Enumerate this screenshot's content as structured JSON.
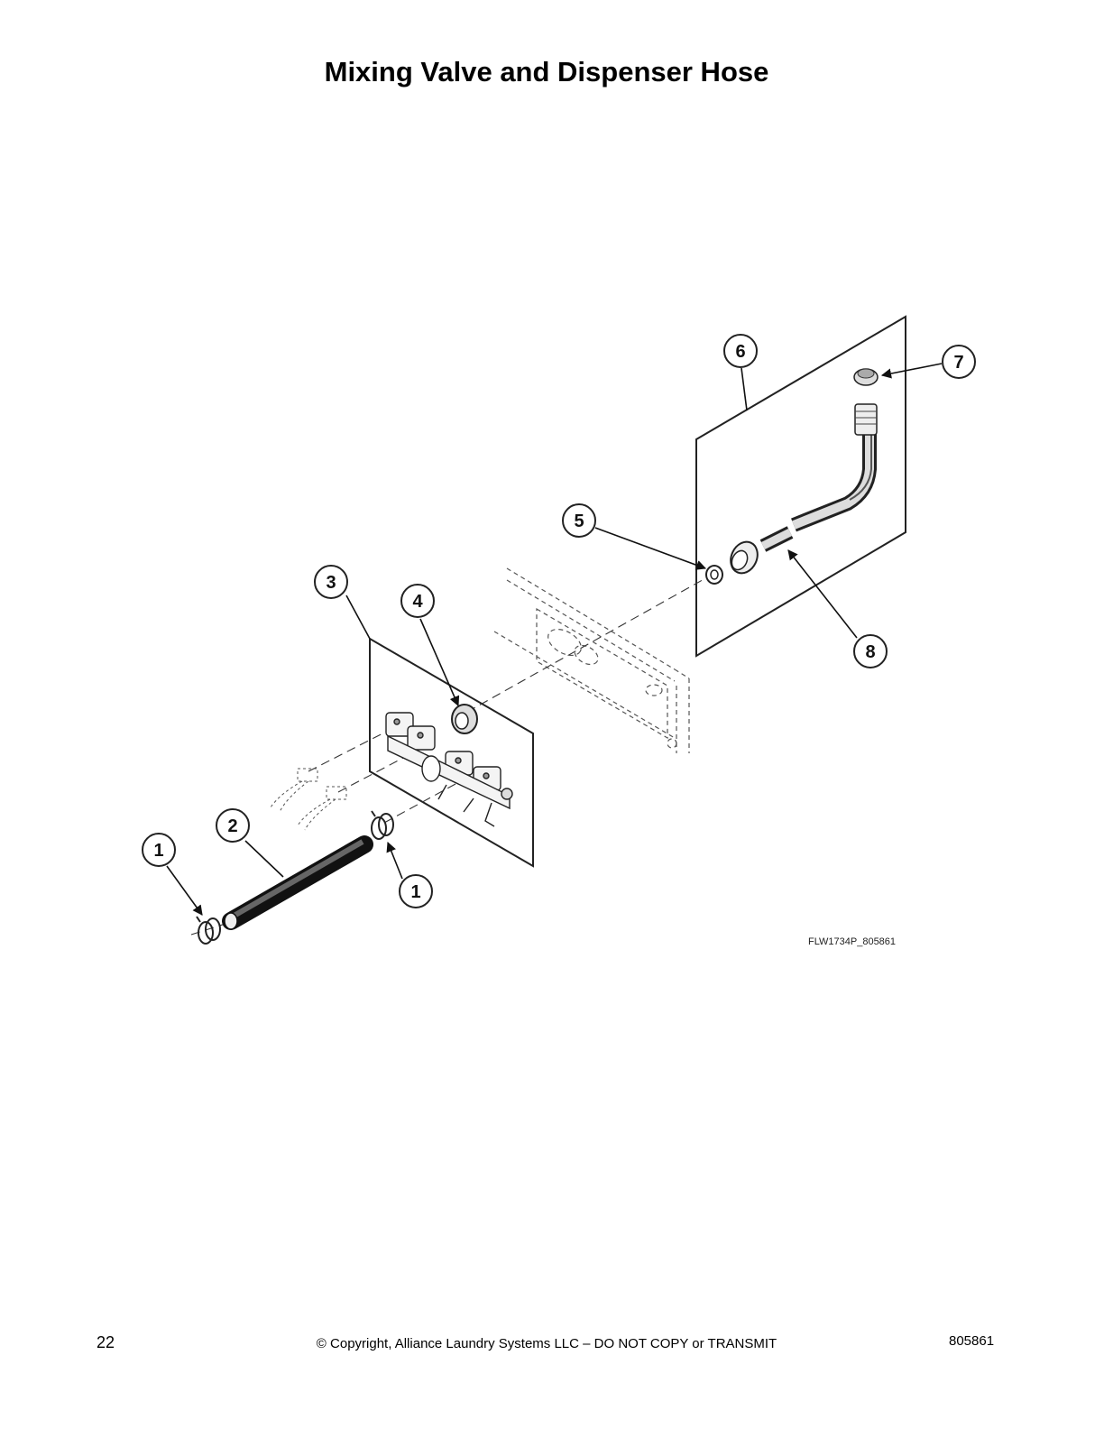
{
  "title": "Mixing Valve and Dispenser Hose",
  "callouts": [
    {
      "id": "1a",
      "label": "1"
    },
    {
      "id": "1b",
      "label": "1"
    },
    {
      "id": "2",
      "label": "2"
    },
    {
      "id": "3",
      "label": "3"
    },
    {
      "id": "4",
      "label": "4"
    },
    {
      "id": "5",
      "label": "5"
    },
    {
      "id": "6",
      "label": "6"
    },
    {
      "id": "7",
      "label": "7"
    },
    {
      "id": "8",
      "label": "8"
    }
  ],
  "figure_id": "FLW1734P_805861",
  "footer": {
    "page_number": "22",
    "copyright": "© Copyright, Alliance Laundry Systems LLC – DO NOT COPY or TRANSMIT",
    "doc_number": "805861"
  }
}
